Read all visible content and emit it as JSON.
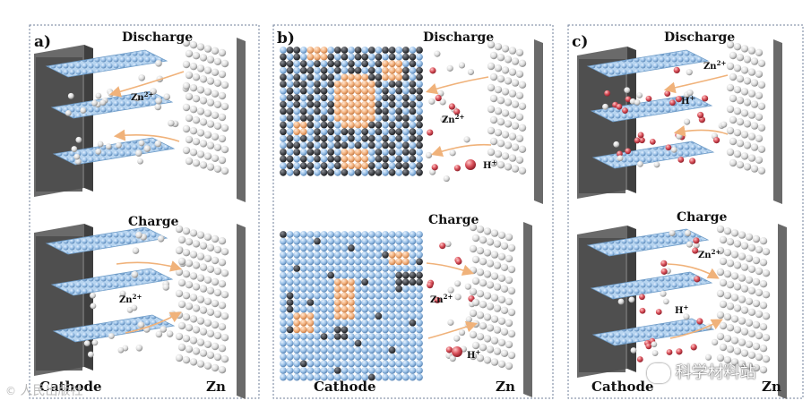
{
  "panels": [
    {
      "id": "a",
      "letter": "a)",
      "discharge": "Discharge",
      "charge": "Charge",
      "ion_top": "Zn2+",
      "ion_bottom": "Zn2+",
      "proton_top": "",
      "proton_bottom": "",
      "cathode": "Cathode",
      "anode": "Zn"
    },
    {
      "id": "b",
      "letter": "b)",
      "discharge": "Discharge",
      "charge": "Charge",
      "ion_top": "Zn2+",
      "ion_bottom": "Zn2+",
      "proton_top": "H+",
      "proton_bottom": "H+",
      "cathode": "Cathode",
      "anode": "Zn"
    },
    {
      "id": "c",
      "letter": "c)",
      "discharge": "Discharge",
      "charge": "Charge",
      "ion_top": "Zn2+",
      "ion_bottom": "Zn2+",
      "proton_top": "H+",
      "proton_bottom": "H+",
      "cathode": "Cathode",
      "anode": "Zn"
    }
  ],
  "watermark_left": "人民出版社",
  "watermark_right": "科学材料站",
  "colors": {
    "frame": "#6f7f9a",
    "plate_dark": "#3f3f3f",
    "plate_side": "#6a6a6a",
    "sheet": "#9cc3e6",
    "sheet_edge": "#6e9cc8",
    "zn_ion": "#e9e9e9",
    "proton": "#d9505a",
    "arrow": "#f0b27a",
    "orange_site": "#f2b07c",
    "dark_site": "#3d3f45"
  }
}
